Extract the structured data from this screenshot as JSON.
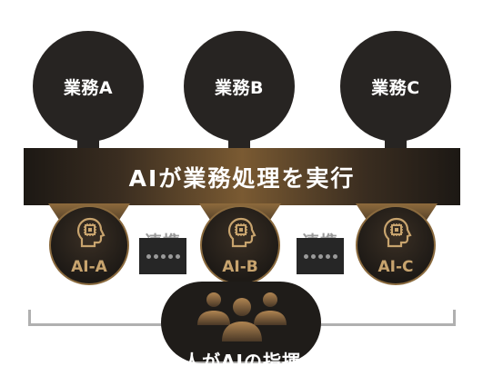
{
  "business": [
    {
      "label": "業務A"
    },
    {
      "label": "業務B"
    },
    {
      "label": "業務C"
    }
  ],
  "band": {
    "label": "AIが業務処理を実行"
  },
  "ai_agents": [
    {
      "label": "AI-A"
    },
    {
      "label": "AI-B"
    },
    {
      "label": "AI-C"
    }
  ],
  "links": [
    {
      "label": "連携"
    },
    {
      "label": "連携"
    }
  ],
  "bottom": {
    "label": "人がAIの指揮"
  },
  "colors": {
    "dark": "#272422",
    "gold": "#c8a46e",
    "gray": "#b0b0b0"
  }
}
